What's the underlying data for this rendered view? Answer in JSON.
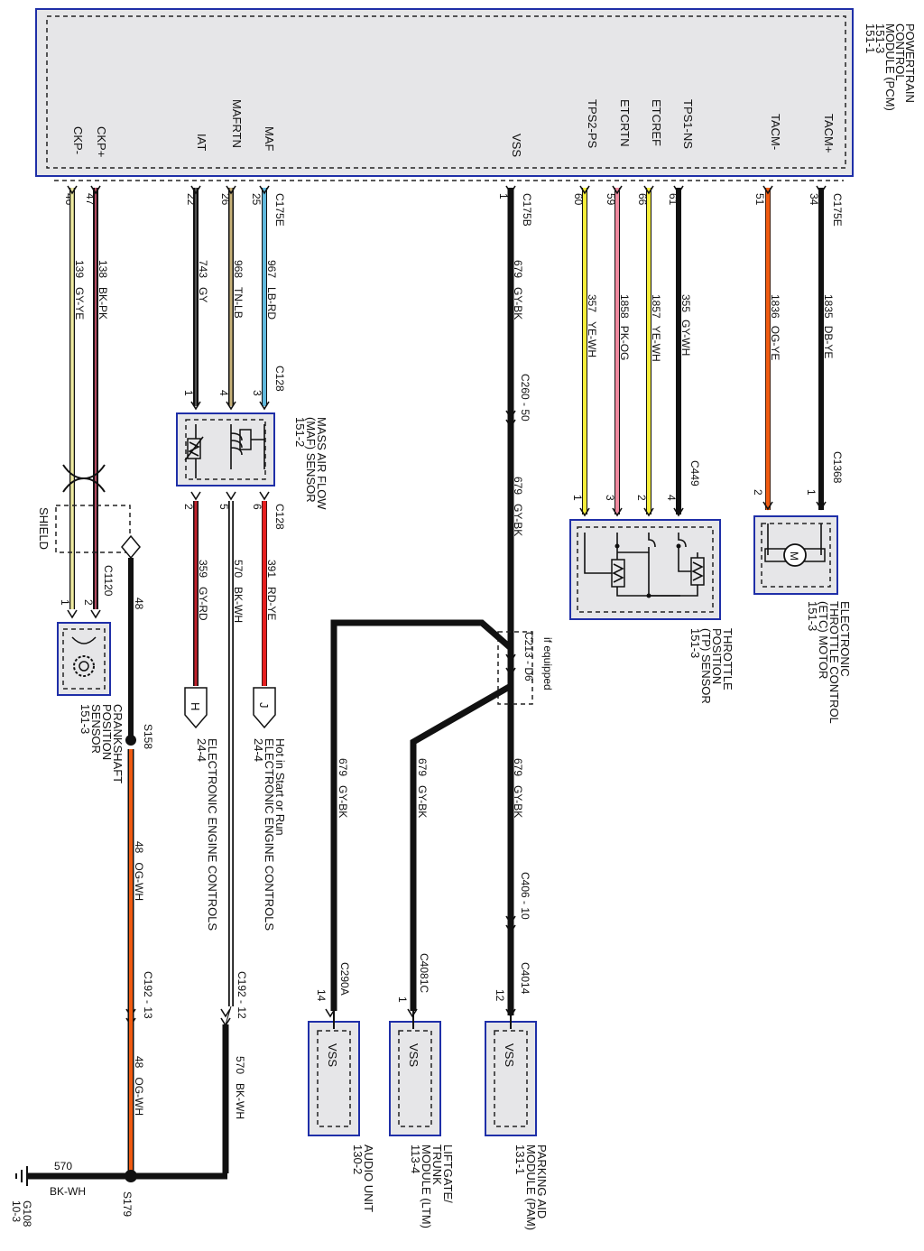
{
  "pcm": {
    "title": [
      "POWERTRAIN",
      "CONTROL",
      "MODULE (PCM)",
      "151-3",
      "151-1"
    ],
    "pins": [
      "CKP-",
      "CKP+",
      "IAT",
      "MAFRTN",
      "MAF",
      "VSS",
      "TPS2-PS",
      "ETCRTN",
      "ETCREF",
      "TPS1-NS",
      "TACM-",
      "TACM+"
    ]
  },
  "connectors": {
    "c175e_a": "C175E",
    "c175b": "C175B",
    "c175e_b": "C175E",
    "c128_top": "C128",
    "c128_bot": "C128",
    "c1120": "C1120",
    "c260": "C260 - 50",
    "c449": "C449",
    "c1368": "C1368",
    "c213": "C213 - D6",
    "if_equipped": "if equipped",
    "c406": "C406 - 10",
    "c192_12": "C192 - 12",
    "c192_13": "C192 - 13",
    "c290a": "C290A",
    "c4081c": "C4081C",
    "c4014": "C4014"
  },
  "pin_numbers": {
    "ckp_minus": "46",
    "ckp_plus": "47",
    "iat": "22",
    "mafrtn": "26",
    "maf": "25",
    "vss": "1",
    "tps2": "60",
    "etcrtn": "59",
    "etcref": "66",
    "tps1": "61",
    "tacm_minus": "51",
    "tacm_plus": "34",
    "maf_top": [
      "1",
      "4",
      "3"
    ],
    "maf_bot": [
      "2",
      "5",
      "6"
    ],
    "ckp_sensor": [
      "1",
      "2"
    ],
    "tp_sensor": [
      "1",
      "3",
      "2",
      "4"
    ],
    "etc_motor": [
      "2",
      "1"
    ],
    "audio": "14",
    "ltm": "1",
    "pam": "12",
    "shield_wire": "48"
  },
  "wires": [
    {
      "circuit": "139",
      "color": "GY-YE"
    },
    {
      "circuit": "138",
      "color": "BK-PK"
    },
    {
      "circuit": "743",
      "color": "GY"
    },
    {
      "circuit": "968",
      "color": "TN-LB"
    },
    {
      "circuit": "967",
      "color": "LB-RD"
    },
    {
      "circuit": "679",
      "color": "GY-BK"
    },
    {
      "circuit": "357",
      "color": "YE-WH"
    },
    {
      "circuit": "1858",
      "color": "PK-OG"
    },
    {
      "circuit": "1857",
      "color": "YE-WH"
    },
    {
      "circuit": "355",
      "color": "GY-WH"
    },
    {
      "circuit": "1836",
      "color": "OG-YE"
    },
    {
      "circuit": "1835",
      "color": "DB-YE"
    }
  ],
  "lower_wires": {
    "w359": {
      "circuit": "359",
      "color": "GY-RD"
    },
    "w570": {
      "circuit": "570",
      "color": "BK-WH"
    },
    "w391": {
      "circuit": "391",
      "color": "RD-YE"
    },
    "w679_lower": {
      "circuit": "679",
      "color": "GY-BK"
    },
    "w48a": {
      "circuit": "48",
      "color": "OG-WH"
    },
    "w48b": {
      "circuit": "48",
      "color": "OG-WH"
    },
    "w570b": {
      "circuit": "570",
      "color": "BK-WH"
    },
    "ground_wire": {
      "circuit": "570",
      "color": "BK-WH"
    }
  },
  "components": {
    "maf_sensor": [
      "MASS AIR FLOW",
      "(MAF) SENSOR",
      "151-2"
    ],
    "ckp_sensor": [
      "CRANKSHAFT",
      "POSITION",
      "SENSOR",
      "151-3"
    ],
    "tp_sensor": [
      "THROTTLE",
      "POSITION",
      "(TP) SENSOR",
      "151-3"
    ],
    "etc_motor": [
      "ELECTRONIC",
      "THROTTLE CONTROL",
      "(ETC) MOTOR",
      "151-3"
    ],
    "audio_unit": [
      "AUDIO UNIT",
      "130-2"
    ],
    "ltm": [
      "LIFTGATE/",
      "TRUNK",
      "MODULE (LTM)",
      "113-4"
    ],
    "pam": [
      "PARKING AID",
      "MODULE (PAM)",
      "131-1"
    ],
    "vss_label": "VSS",
    "motor_glyph": "M",
    "shield": "SHIELD",
    "splice_s158": "S158",
    "splice_s179": "S179",
    "ground": "G108",
    "ground_ref": "10-3",
    "h_ref": "H",
    "j_ref": "J",
    "eec_h": [
      "ELECTRONIC ENGINE CONTROLS",
      "24-4"
    ],
    "eec_j": [
      "Hot in Start or Run",
      "ELECTRONIC ENGINE CONTROLS",
      "24-4"
    ]
  },
  "colors": {
    "box_border": "#1f2fa8",
    "box_fill": "#e6e6e8",
    "lb": "#5fb8dc",
    "ye": "#f5ee3a",
    "pk": "#f08aa0",
    "og": "#f05a10",
    "rd": "#e61e1e",
    "gy": "#8a8a8a",
    "bk": "#111111"
  }
}
